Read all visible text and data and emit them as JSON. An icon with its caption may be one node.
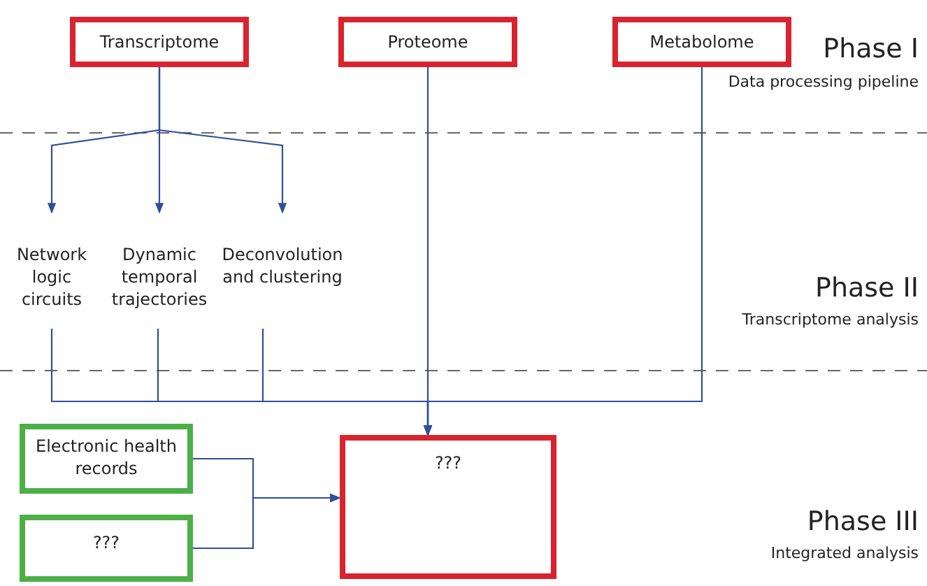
{
  "diagram": {
    "nodes": [
      {
        "text": [
          "Transcriptome"
        ]
      },
      {
        "text": [
          "Proteome"
        ]
      },
      {
        "text": [
          "Metabolome"
        ]
      },
      {
        "text": [
          "Network logic circuits"
        ]
      },
      {
        "text": [
          "Dynamic temporal trajectories"
        ]
      },
      {
        "text": [
          "Deconvolution and clustering"
        ]
      },
      {
        "text": [
          "Electronic health records"
        ]
      },
      {
        "text": [
          "???"
        ]
      },
      {
        "text": [
          "???"
        ]
      }
    ],
    "edges": [
      {
        "from": 0,
        "to": 3,
        "arrow": "to"
      },
      {
        "from": 0,
        "to": 4,
        "arrow": "to"
      },
      {
        "from": 0,
        "to": 5,
        "arrow": "to"
      },
      {
        "from": 1,
        "to": 8,
        "arrow": "to"
      },
      {
        "from": 2,
        "to": 8,
        "arrow": "to"
      },
      {
        "from": 3,
        "to": 8,
        "arrow": "to"
      },
      {
        "from": 4,
        "to": 8,
        "arrow": "to"
      },
      {
        "from": 5,
        "to": 8,
        "arrow": "to"
      },
      {
        "from": 6,
        "to": 8,
        "arrow": "to"
      },
      {
        "from": 7,
        "to": 8,
        "arrow": "to"
      }
    ],
    "labels": [
      "Phase I",
      "Data processing pipeline",
      "Phase II",
      "Transcriptome analysis",
      "Phase III",
      "Integrated analysis"
    ]
  }
}
